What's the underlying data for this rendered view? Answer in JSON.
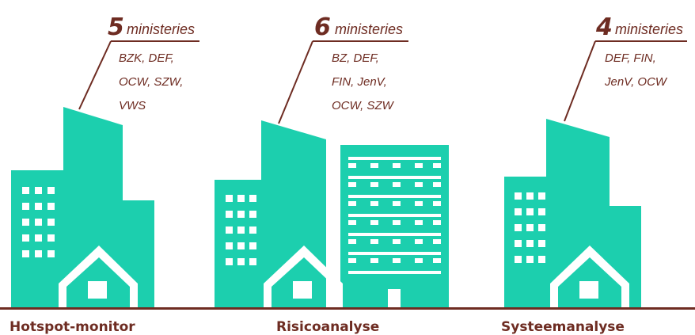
{
  "colors": {
    "building": "#1ccfae",
    "text": "#6e2c22",
    "ground": "#6e2c22",
    "window": "#ffffff"
  },
  "groups": [
    {
      "count": "5",
      "unit": "ministeries",
      "lines": [
        "BZK, DEF,",
        "OCW, SZW,",
        "VWS"
      ],
      "label": "Hotspot-monitor"
    },
    {
      "count": "6",
      "unit": "ministeries",
      "lines": [
        "BZ, DEF,",
        "FIN, JenV,",
        "OCW, SZW"
      ],
      "label": "Risicoanalyse"
    },
    {
      "count": "4",
      "unit": "ministeries",
      "lines": [
        "DEF, FIN,",
        "JenV, OCW"
      ],
      "label": "Systeemanalyse"
    }
  ]
}
